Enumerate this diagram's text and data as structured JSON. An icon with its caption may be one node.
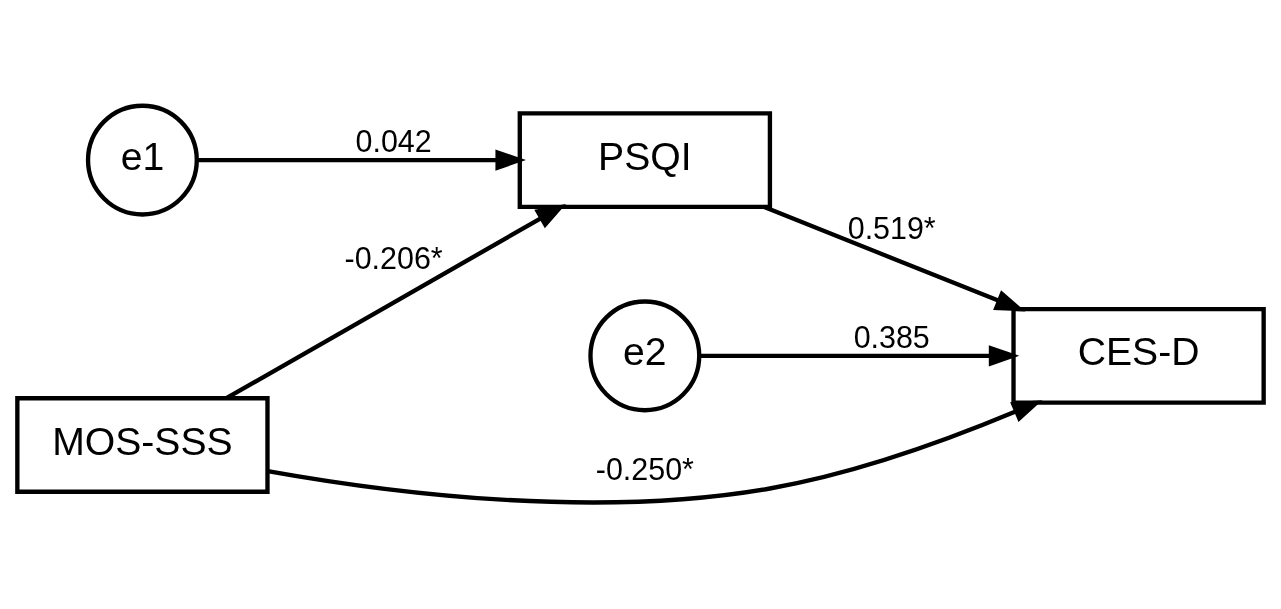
{
  "diagram": {
    "nodes": [
      {
        "text": [
          "e1"
        ]
      },
      {
        "text": [
          "PSQI"
        ]
      },
      {
        "text": [
          "e2"
        ]
      },
      {
        "text": [
          "MOS-SSS"
        ]
      },
      {
        "text": [
          "CES-D"
        ]
      }
    ],
    "edges": [
      {
        "from": 0,
        "to": 1,
        "arrow": "to",
        "label": "0.042"
      },
      {
        "from": 3,
        "to": 1,
        "arrow": "to",
        "label": "-0.206*"
      },
      {
        "from": 1,
        "to": 4,
        "arrow": "to",
        "label": "0.519*"
      },
      {
        "from": 2,
        "to": 4,
        "arrow": "to",
        "label": "0.385"
      },
      {
        "from": 3,
        "to": 4,
        "arrow": "to",
        "label": "-0.250*"
      }
    ]
  }
}
